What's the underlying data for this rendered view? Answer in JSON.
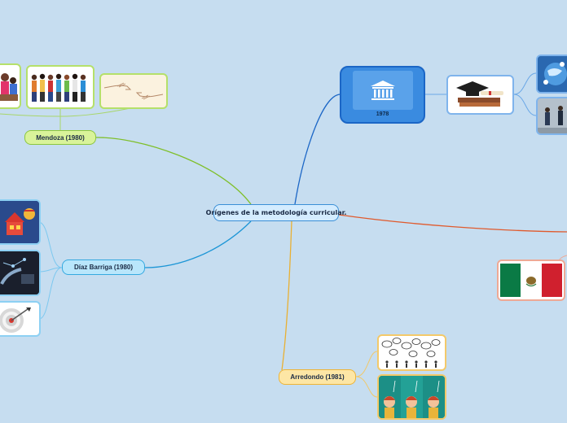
{
  "center": {
    "title": "Orígenes de la metodología curricular."
  },
  "branches": {
    "mendoza": {
      "label": "Mendoza (1980)"
    },
    "diaz": {
      "label": "Díaz Barriga (1980)"
    },
    "arredondo": {
      "label": "Arredondo (1981)"
    },
    "unesco": {
      "label": "1978",
      "logo": "unesco-logo"
    }
  },
  "colors": {
    "background": "#c6ddf0",
    "mendoza": "#8cc63f",
    "diaz": "#35a9e0",
    "arredondo": "#eeb437",
    "unesco": "#1b66c6",
    "mexico": "#e05a2d"
  },
  "images": [
    "family-photo",
    "people-group",
    "creation-hands-sketch",
    "house-icon",
    "hands-digital",
    "target-arrow",
    "graduation-cap-books",
    "globe-people",
    "business-people",
    "mexico-flag",
    "idea-bubbles-sketch",
    "people-lightbulbs"
  ]
}
